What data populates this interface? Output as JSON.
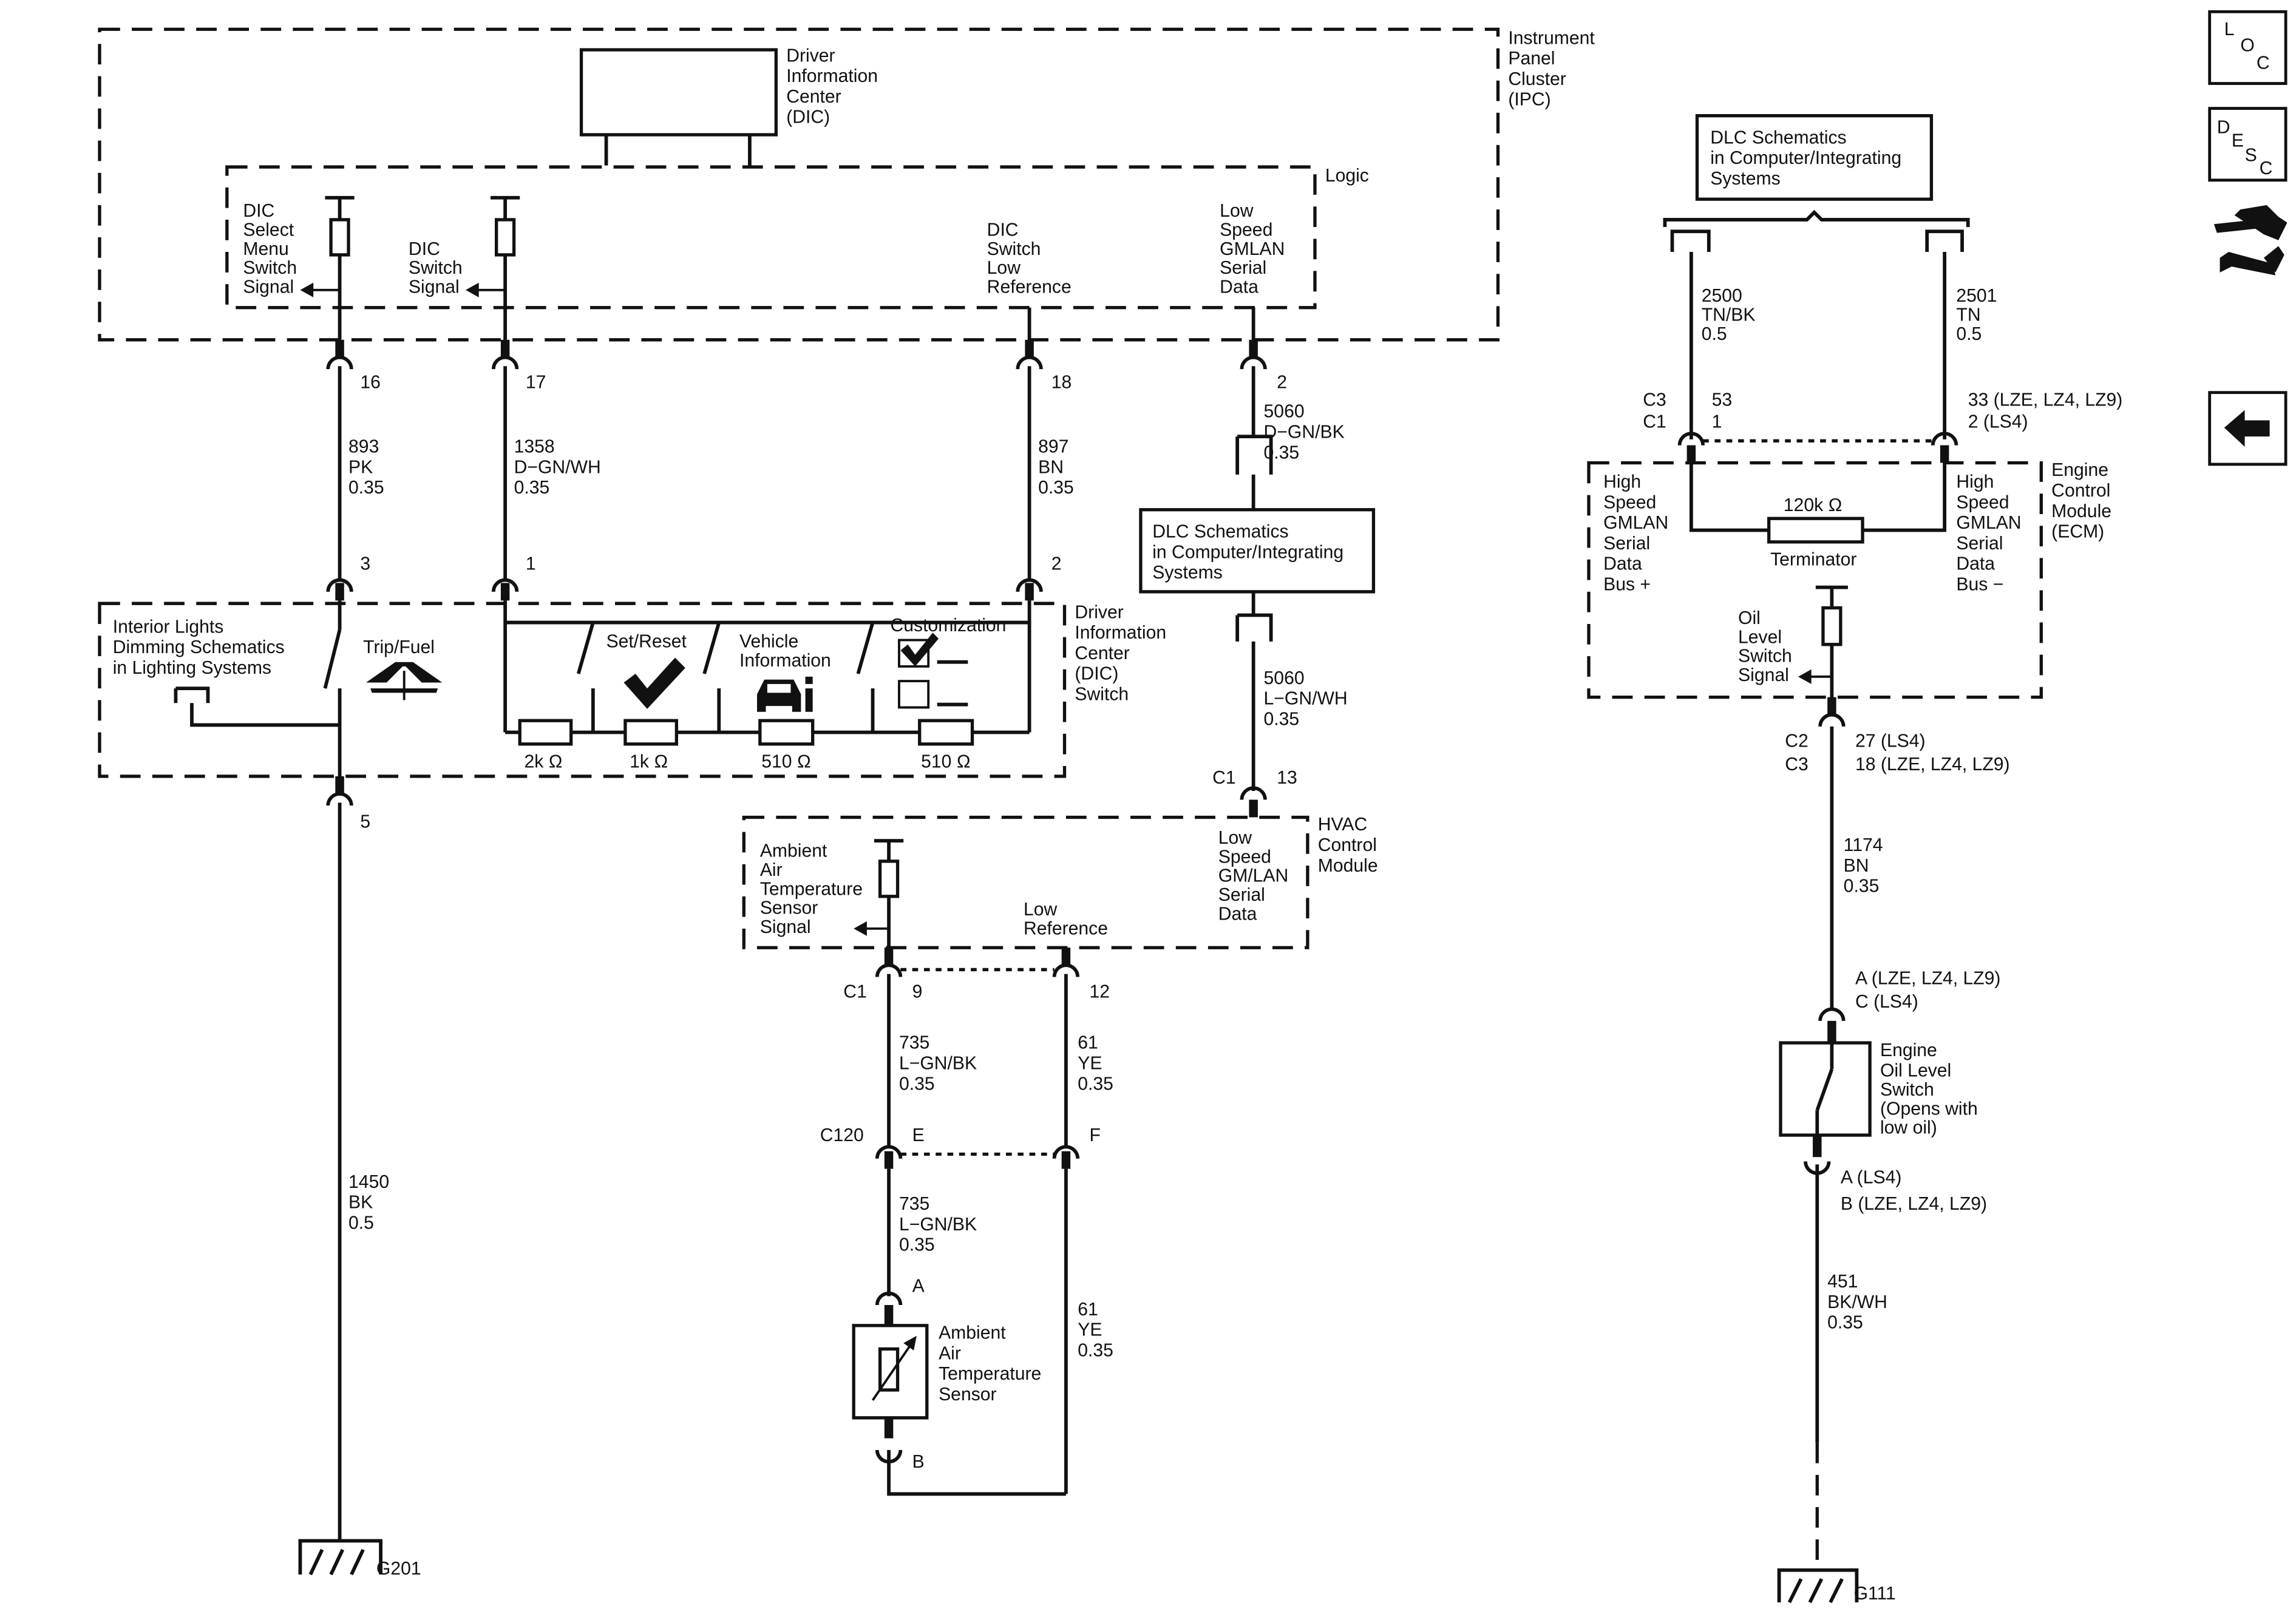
{
  "ipc": {
    "title": [
      "Instrument",
      "Panel",
      "Cluster",
      "(IPC)"
    ],
    "dic": [
      "Driver",
      "Information",
      "Center",
      "(DIC)"
    ],
    "logic": "Logic",
    "dic_select": [
      "DIC",
      "Select",
      "Menu",
      "Switch",
      "Signal"
    ],
    "dic_switch": [
      "DIC",
      "Switch",
      "Signal"
    ],
    "dic_low_ref": [
      "DIC",
      "Switch",
      "Low",
      "Reference"
    ],
    "gmlan": [
      "Low",
      "Speed",
      "GMLAN",
      "Serial",
      "Data"
    ]
  },
  "pins": {
    "p16": "16",
    "p17": "17",
    "p18": "18",
    "p2": "2",
    "p3": "3",
    "p1": "1",
    "p2b": "2",
    "p5": "5"
  },
  "wires": {
    "w893": [
      "893",
      "PK",
      "0.35"
    ],
    "w1358": [
      "1358",
      "D−GN/WH",
      "0.35"
    ],
    "w897": [
      "897",
      "BN",
      "0.35"
    ],
    "w5060a": [
      "5060",
      "D−GN/BK",
      "0.35"
    ],
    "w5060b": [
      "5060",
      "L−GN/WH",
      "0.35"
    ],
    "w1450": [
      "1450",
      "BK",
      "0.5"
    ],
    "w735a": [
      "735",
      "L−GN/BK",
      "0.35"
    ],
    "w61a": [
      "61",
      "YE",
      "0.35"
    ],
    "w735b": [
      "735",
      "L−GN/BK",
      "0.35"
    ],
    "w61b": [
      "61",
      "YE",
      "0.35"
    ],
    "w2500": [
      "2500",
      "TN/BK",
      "0.5"
    ],
    "w2501": [
      "2501",
      "TN",
      "0.5"
    ],
    "w1174": [
      "1174",
      "BN",
      "0.35"
    ],
    "w451": [
      "451",
      "BK/WH",
      "0.35"
    ]
  },
  "dic_switch": {
    "title": [
      "Driver",
      "Information",
      "Center",
      "(DIC)",
      "Switch"
    ],
    "interior": [
      "Interior Lights",
      "Dimming Schematics",
      "in Lighting Systems"
    ],
    "trip": "Trip/Fuel",
    "set_reset": "Set/Reset",
    "vehicle_info": [
      "Vehicle",
      "Information"
    ],
    "customization": "Customization",
    "r1": "2k Ω",
    "r2": "1k Ω",
    "r3": "510 Ω",
    "r4": "510 Ω"
  },
  "dlc_mid": [
    "DLC Schematics",
    "in Computer/Integrating",
    "Systems"
  ],
  "dlc_right": [
    "DLC Schematics",
    "in Computer/Integrating",
    "Systems"
  ],
  "hvac": {
    "c1": "C1",
    "p13": "13",
    "title": [
      "HVAC",
      "Control",
      "Module"
    ],
    "gmlan": [
      "Low",
      "Speed",
      "GM/LAN",
      "Serial",
      "Data"
    ],
    "ambient_signal": [
      "Ambient",
      "Air",
      "Temperature",
      "Sensor",
      "Signal"
    ],
    "low_ref": [
      "Low",
      "Reference"
    ],
    "c1b": "C1",
    "p9": "9",
    "p12": "12",
    "c120": "C120",
    "pe": "E",
    "pf": "F"
  },
  "sensor": {
    "pa": "A",
    "pb": "B",
    "label": [
      "Ambient",
      "Air",
      "Temperature",
      "Sensor"
    ]
  },
  "grounds": {
    "g201": "G201",
    "g111": "G111"
  },
  "ecm": {
    "title": [
      "Engine",
      "Control",
      "Module",
      "(ECM)"
    ],
    "conn_top_l": [
      "C3",
      "C1"
    ],
    "pins_l": [
      "53",
      "1"
    ],
    "pins_r": [
      "33 (LZE, LZ4, LZ9)",
      "2 (LS4)"
    ],
    "hs_plus": [
      "High",
      "Speed",
      "GMLAN",
      "Serial",
      "Data",
      "Bus +"
    ],
    "hs_minus": [
      "High",
      "Speed",
      "GMLAN",
      "Serial",
      "Data",
      "Bus −"
    ],
    "term_val": "120k Ω",
    "term": "Terminator",
    "oil_signal": [
      "Oil",
      "Level",
      "Switch",
      "Signal"
    ],
    "conn_bot": [
      "C2",
      "C3"
    ],
    "pins_bot": [
      "27 (LS4)",
      "18 (LZE, LZ4, LZ9)"
    ]
  },
  "oil_switch": {
    "top_pins": [
      "A (LZE, LZ4, LZ9)",
      "C (LS4)"
    ],
    "label": [
      "Engine",
      "Oil Level",
      "Switch",
      "(Opens with",
      "low oil)"
    ],
    "bot_pins": [
      "A (LS4)",
      "B (LZE, LZ4, LZ9)"
    ]
  },
  "nav": {
    "loc": [
      "L",
      "O",
      "C"
    ],
    "desc": [
      "D",
      "E",
      "S",
      "C"
    ],
    "icons": [
      "tools-icon",
      "back-arrow-icon"
    ]
  }
}
